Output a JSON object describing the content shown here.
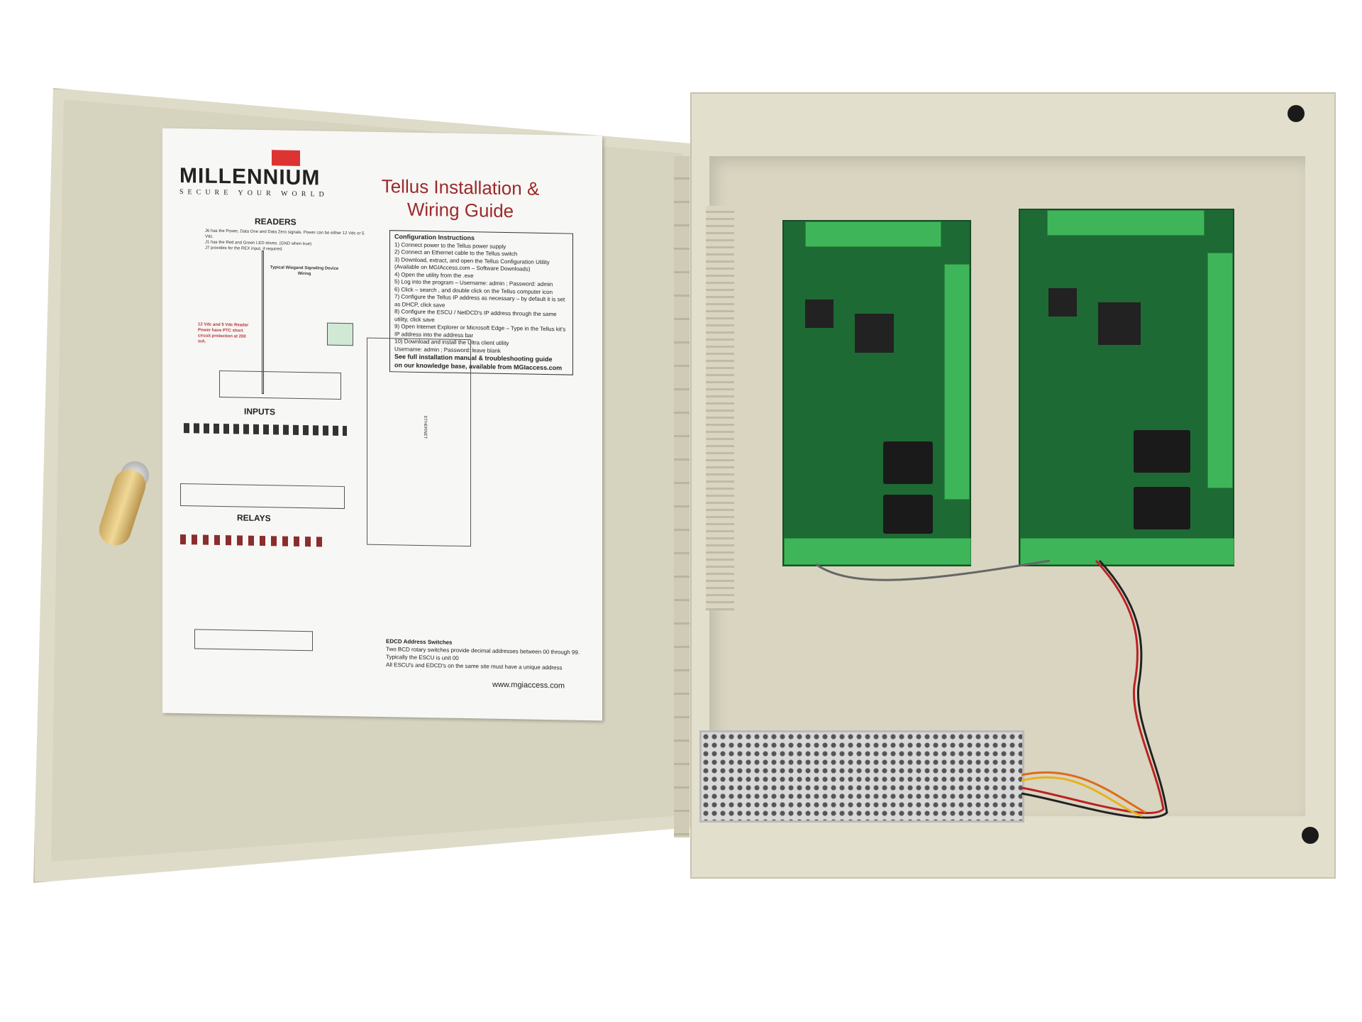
{
  "guide": {
    "brand": "MILLENNIUM",
    "tagline": "SECURE YOUR WORLD",
    "title_line1": "Tellus Installation &",
    "title_line2": "Wiring Guide",
    "config": {
      "heading": "Configuration Instructions",
      "steps": [
        "1) Connect power to the Tellus power supply",
        "2) Connect an Ethernet cable to the Tellus switch",
        "3) Download, extract, and open the Tellus Configuration Utility (Available on MGIAccess.com – Software Downloads)",
        "4) Open the utility from the .exe",
        "5) Log into the program – Username: admin ; Password: admin",
        "6) Click – search , and double click on the Tellus computer icon",
        "7) Configure the Tellus IP address as necessary – by default it is set as DHCP, click save",
        "8) Configure the ESCU / NetDCD's IP address through the same utility, click save",
        "9) Open Internet Explorer or Microsoft Edge – Type in the Tellus kit's IP address into the address bar",
        "10) Download and install the Ultra client utility",
        "Username: admin ; Password: leave blank"
      ],
      "footer1": "See full installation manual & troubleshooting guide",
      "footer2": "on our knowledge base, available from MGIaccess.com"
    },
    "readers_heading": "READERS",
    "readers_bullets": [
      "J6 has the Power, Data One and Data Zero signals. Power can be either 12 Vdc or 5 Vdc.",
      "J1 has the Red and Green LED drives. (GND when true)",
      "J7 provides for the REX input, if required."
    ],
    "wiegand_label": "Typical Wiegand Signaling Device Wiring",
    "warning": "12 Vdc and 5 Vdc Reader Power have PTC short circuit protection at 200 mA.",
    "inputs_heading": "INPUTS",
    "relays_heading": "RELAYS",
    "address": {
      "heading": "EDCD Address Switches",
      "bullet1": "Two BCD rotary switches provide decimal addresses between 00 through 99. Typically the ESCU is unit 00",
      "bullet2": "All ESCU's and EDCD's on the same site must have a unique address"
    },
    "url": "www.mgiaccess.com",
    "ethernet_label": "ETHERNET"
  }
}
